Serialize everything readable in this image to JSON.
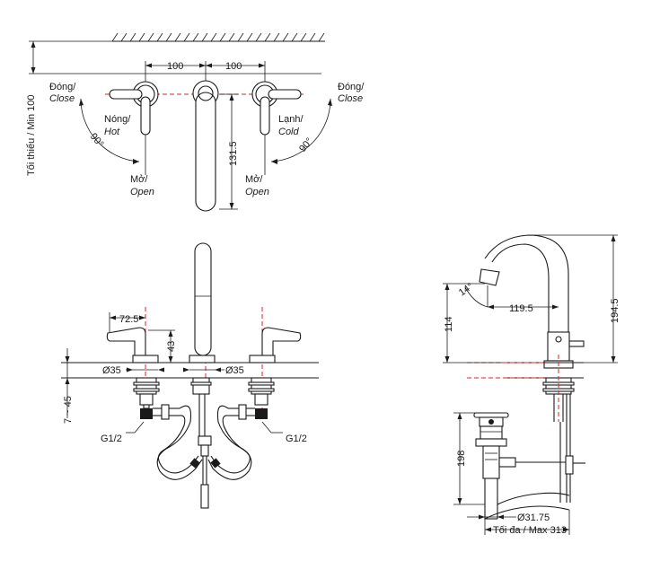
{
  "colors": {
    "line": "#1a1a1a",
    "centerline": "#e02020",
    "background": "#ffffff"
  },
  "top_view": {
    "spacing_left": "100",
    "spacing_right": "100",
    "spout_reach": "131.5",
    "min_clearance": "Tối thiểu / Min 100",
    "left_close": "Đóng/",
    "left_close_en": "Close",
    "right_close": "Đóng/",
    "right_close_en": "Close",
    "hot": "Nóng/",
    "hot_en": "Hot",
    "cold": "Lạnh/",
    "cold_en": "Cold",
    "left_angle": "90°",
    "right_angle": "90°",
    "left_open": "Mở/",
    "left_open_en": "Open",
    "right_open": "Mở/",
    "right_open_en": "Open"
  },
  "front_view": {
    "handle_reach": "72.5",
    "handle_height": "43",
    "dia_left": "Ø35",
    "dia_right": "Ø35",
    "deck_thickness": "7 ~ 45",
    "thread_left": "G1/2",
    "thread_right": "G1/2"
  },
  "side_view": {
    "spout_angle": "14°",
    "spout_reach": "119.5",
    "spout_height": "114",
    "total_height": "194.5",
    "drain_length": "198",
    "drain_dia": "Ø31.75",
    "max_length": "Tối đa / Max 313"
  }
}
